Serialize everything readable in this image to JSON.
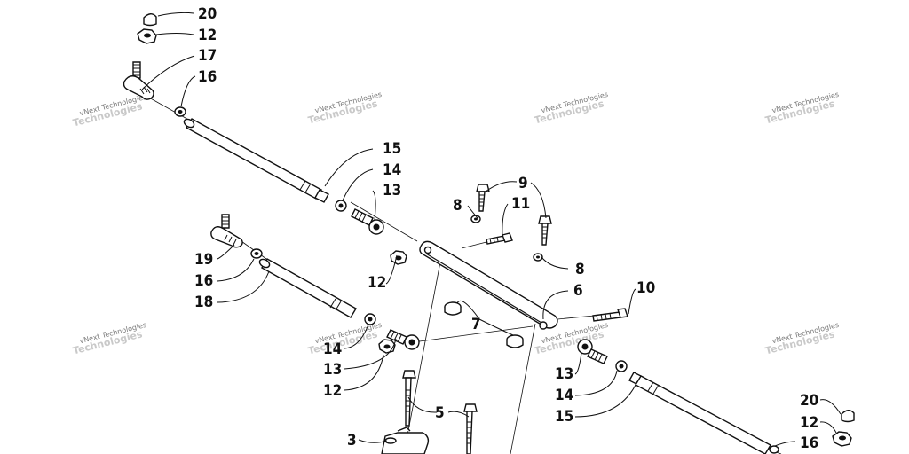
{
  "watermark": {
    "text": "vNext Technologies"
  },
  "callouts": {
    "c20a": "20",
    "c12a": "12",
    "c17": "17",
    "c16a": "16",
    "c15a": "15",
    "c14a": "14",
    "c13a": "13",
    "c9": "9",
    "c8a": "8",
    "c11": "11",
    "c8b": "8",
    "c19": "19",
    "c16b": "16",
    "c18": "18",
    "c12b": "12",
    "c6": "6",
    "c10": "10",
    "c7": "7",
    "c14b": "14",
    "c13b": "13",
    "c12c": "12",
    "c5": "5",
    "c3": "3",
    "c13c": "13",
    "c14c": "14",
    "c15b": "15",
    "c20b": "20",
    "c12d": "12",
    "c16c": "16"
  },
  "colors": {
    "ink": "#111111",
    "watermark": "#7a7a7a",
    "background": "#ffffff"
  }
}
